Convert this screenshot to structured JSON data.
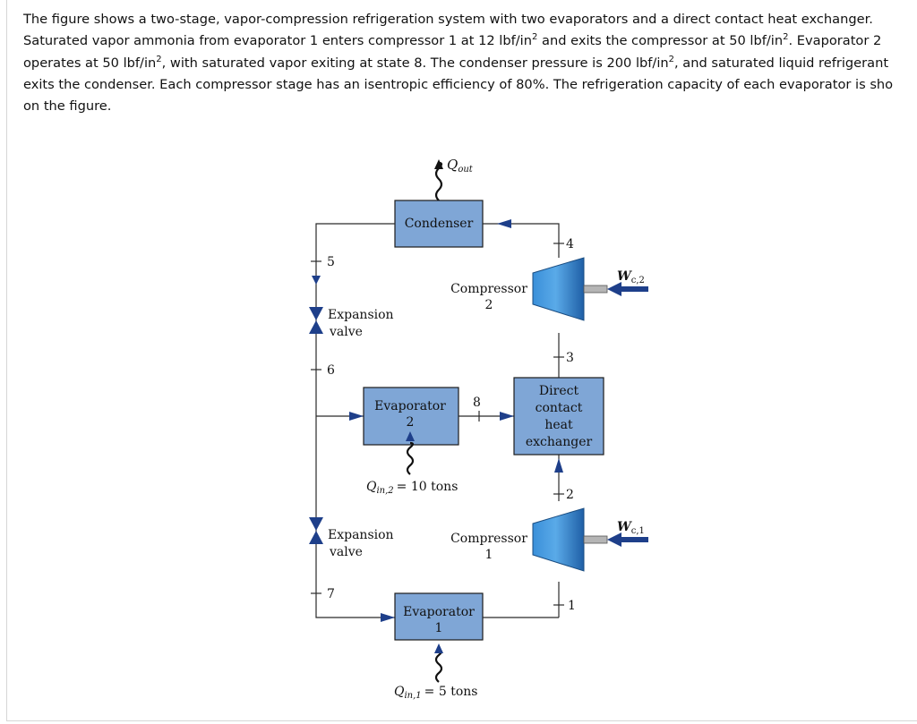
{
  "problem_lines": [
    "The figure shows a two-stage, vapor-compression refrigeration system with two evaporators and a direct contact heat exchanger.",
    "Saturated vapor ammonia from evaporator 1 enters compressor 1 at 12 lbf/in² and exits the compressor at 50 lbf/in². Evaporator 2",
    "operates at 50 lbf/in², with saturated vapor exiting at state 8. The condenser pressure is 200 lbf/in², and saturated liquid refrigerant",
    "exits the condenser. Each compressor stage has an isentropic efficiency of 80%. The refrigeration capacity of each evaporator is sho",
    "on the figure."
  ],
  "diagram": {
    "condenser": "Condenser",
    "compressor2": [
      "Compressor",
      "2"
    ],
    "compressor1": [
      "Compressor",
      "1"
    ],
    "expansion_valve_top": [
      "Expansion",
      "valve"
    ],
    "expansion_valve_bottom": [
      "Expansion",
      "valve"
    ],
    "evaporator2": [
      "Evaporator",
      "2"
    ],
    "evaporator1": [
      "Evaporator",
      "1"
    ],
    "heat_exchanger": [
      "Direct",
      "contact",
      "heat",
      "exchanger"
    ],
    "q_out": {
      "main": "Q",
      "sub": "out"
    },
    "w_c2": {
      "main": "W",
      "sub": "c,2"
    },
    "w_c1": {
      "main": "W",
      "sub": "c,1"
    },
    "q_in2": {
      "main": "Q",
      "sub": "in,2",
      "value": "= 10 tons"
    },
    "q_in1": {
      "main": "Q",
      "sub": "in,1",
      "value": "= 5 tons"
    },
    "states": [
      "1",
      "2",
      "3",
      "4",
      "5",
      "6",
      "7",
      "8"
    ]
  },
  "colors": {
    "box_fill": "#7fa6d6",
    "compressor_fill": "#2e79c4",
    "arrow_fill": "#1e3f8a"
  }
}
